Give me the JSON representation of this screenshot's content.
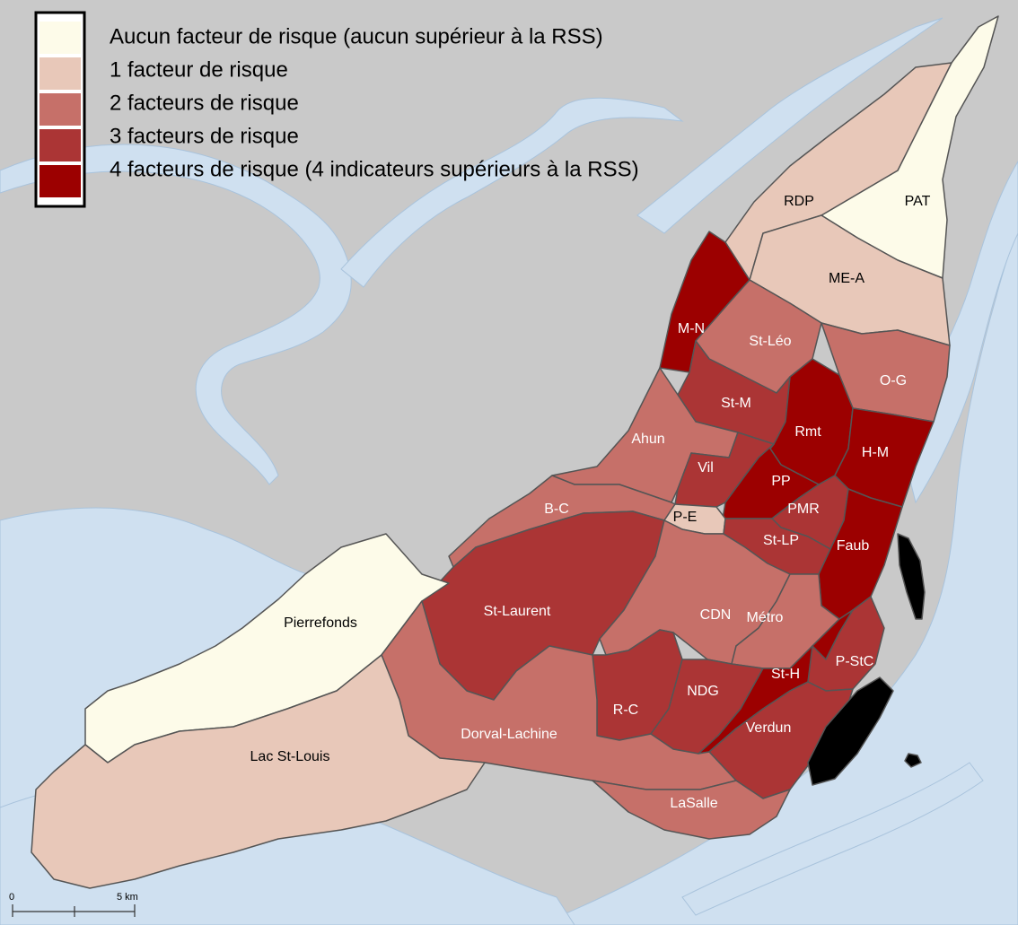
{
  "colors": {
    "background": "#c9c9c9",
    "water": "#cfe0f0",
    "outline": "#555555",
    "classes": [
      "#fdfbe9",
      "#e8c8b9",
      "#c67069",
      "#ab3535",
      "#9c0000"
    ]
  },
  "legend": {
    "items": [
      {
        "class": 0,
        "label": "Aucun facteur de risque (aucun supérieur à la RSS)"
      },
      {
        "class": 1,
        "label": "1 facteur de risque"
      },
      {
        "class": 2,
        "label": "2 facteurs de risque"
      },
      {
        "class": 3,
        "label": "3 facteurs de risque"
      },
      {
        "class": 4,
        "label": "4 facteurs de risque (4 indicateurs supérieurs à la RSS)"
      }
    ]
  },
  "regions": [
    {
      "id": "PAT",
      "label": "PAT",
      "class": 0
    },
    {
      "id": "RDP",
      "label": "RDP",
      "class": 1
    },
    {
      "id": "ME-A",
      "label": "ME-A",
      "class": 1
    },
    {
      "id": "M-N",
      "label": "M-N",
      "class": 4
    },
    {
      "id": "St-Leo",
      "label": "St-Léo",
      "class": 2
    },
    {
      "id": "O-G",
      "label": "O-G",
      "class": 2
    },
    {
      "id": "St-M",
      "label": "St-M",
      "class": 3
    },
    {
      "id": "Rmt",
      "label": "Rmt",
      "class": 4
    },
    {
      "id": "H-M",
      "label": "H-M",
      "class": 4
    },
    {
      "id": "Ahun",
      "label": "Ahun",
      "class": 2
    },
    {
      "id": "Vil",
      "label": "Vil",
      "class": 3
    },
    {
      "id": "PP",
      "label": "PP",
      "class": 4
    },
    {
      "id": "PMR",
      "label": "PMR",
      "class": 3
    },
    {
      "id": "B-C",
      "label": "B-C",
      "class": 2
    },
    {
      "id": "P-E",
      "label": "P-E",
      "class": 1
    },
    {
      "id": "St-LP",
      "label": "St-LP",
      "class": 3
    },
    {
      "id": "Faub",
      "label": "Faub",
      "class": 4
    },
    {
      "id": "St-Laurent",
      "label": "St-Laurent",
      "class": 3
    },
    {
      "id": "CDN",
      "label": "CDN",
      "class": 2
    },
    {
      "id": "Metro",
      "label": "Métro",
      "class": 2
    },
    {
      "id": "Pierrefonds",
      "label": "Pierrefonds",
      "class": 0
    },
    {
      "id": "R-C",
      "label": "R-C",
      "class": 3
    },
    {
      "id": "NDG",
      "label": "NDG",
      "class": 3
    },
    {
      "id": "St-H",
      "label": "St-H",
      "class": 4
    },
    {
      "id": "P-StC",
      "label": "P-StC",
      "class": 3
    },
    {
      "id": "Verdun",
      "label": "Verdun",
      "class": 3
    },
    {
      "id": "Dorval-Lachine",
      "label": "Dorval-Lachine",
      "class": 2
    },
    {
      "id": "Lac-St-Louis",
      "label": "Lac St-Louis",
      "class": 1
    },
    {
      "id": "LaSalle",
      "label": "LaSalle",
      "class": 2
    }
  ],
  "scalebar": {
    "zero": "0",
    "distance": "5 km"
  }
}
